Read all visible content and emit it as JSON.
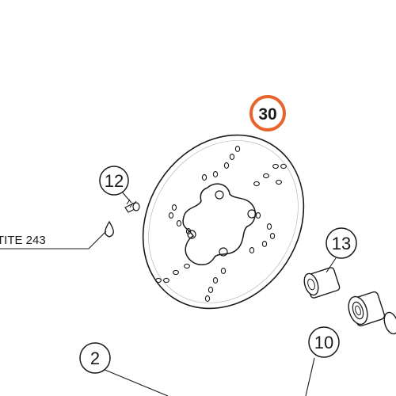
{
  "diagram": {
    "callouts": {
      "disc": "30",
      "screw": "12",
      "bearing_upper": "13",
      "spacer": "10",
      "axle": "2"
    },
    "note": "TITE 243",
    "highlight_color": "#e8642c",
    "line_color": "#1a1a1a"
  }
}
